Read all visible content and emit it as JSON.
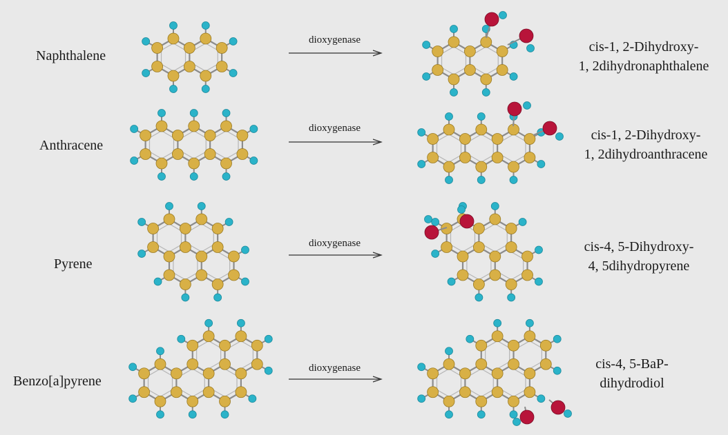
{
  "colors": {
    "background": "#e9e9e9",
    "carbon": "#d8b046",
    "hydrogen": "#2bb3c9",
    "oxygen": "#b8143a",
    "bond": "#8c8c8c"
  },
  "reactions": [
    {
      "substrate": "Naphthalene",
      "enzyme": "dioxygenase",
      "product_line1": "cis-1, 2-Dihydroxy-",
      "product_line2": "1, 2dihydronaphthalene"
    },
    {
      "substrate": "Anthracene",
      "enzyme": "dioxygenase",
      "product_line1": "cis-1, 2-Dihydroxy-",
      "product_line2": "1, 2dihydroanthracene"
    },
    {
      "substrate": "Pyrene",
      "enzyme": "dioxygenase",
      "product_line1": "cis-4, 5-Dihydroxy-",
      "product_line2": "4, 5dihydropyrene"
    },
    {
      "substrate": "Benzo[a]pyrene",
      "enzyme": "dioxygenase",
      "product_line1": "cis-4, 5-BaP-",
      "product_line2": "dihydrodiol"
    }
  ]
}
